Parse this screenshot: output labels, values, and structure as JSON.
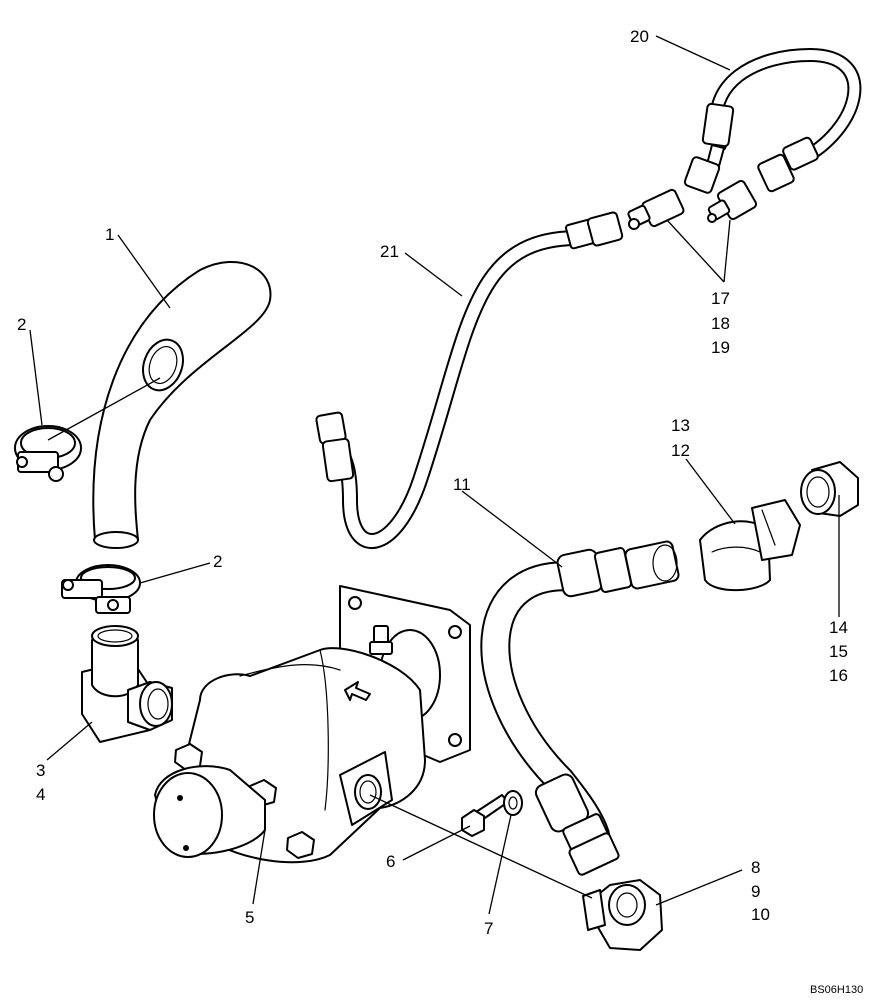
{
  "drawing_ref": "BS06H130",
  "callouts": {
    "c1": "1",
    "c2a": "2",
    "c2b": "2",
    "c3": "3",
    "c4": "4",
    "c5": "5",
    "c6": "6",
    "c7": "7",
    "c8": "8",
    "c9": "9",
    "c10": "10",
    "c11": "11",
    "c12": "12",
    "c13": "13",
    "c14": "14",
    "c15": "15",
    "c16": "16",
    "c17": "17",
    "c18": "18",
    "c19": "19",
    "c20": "20",
    "c21": "21"
  }
}
